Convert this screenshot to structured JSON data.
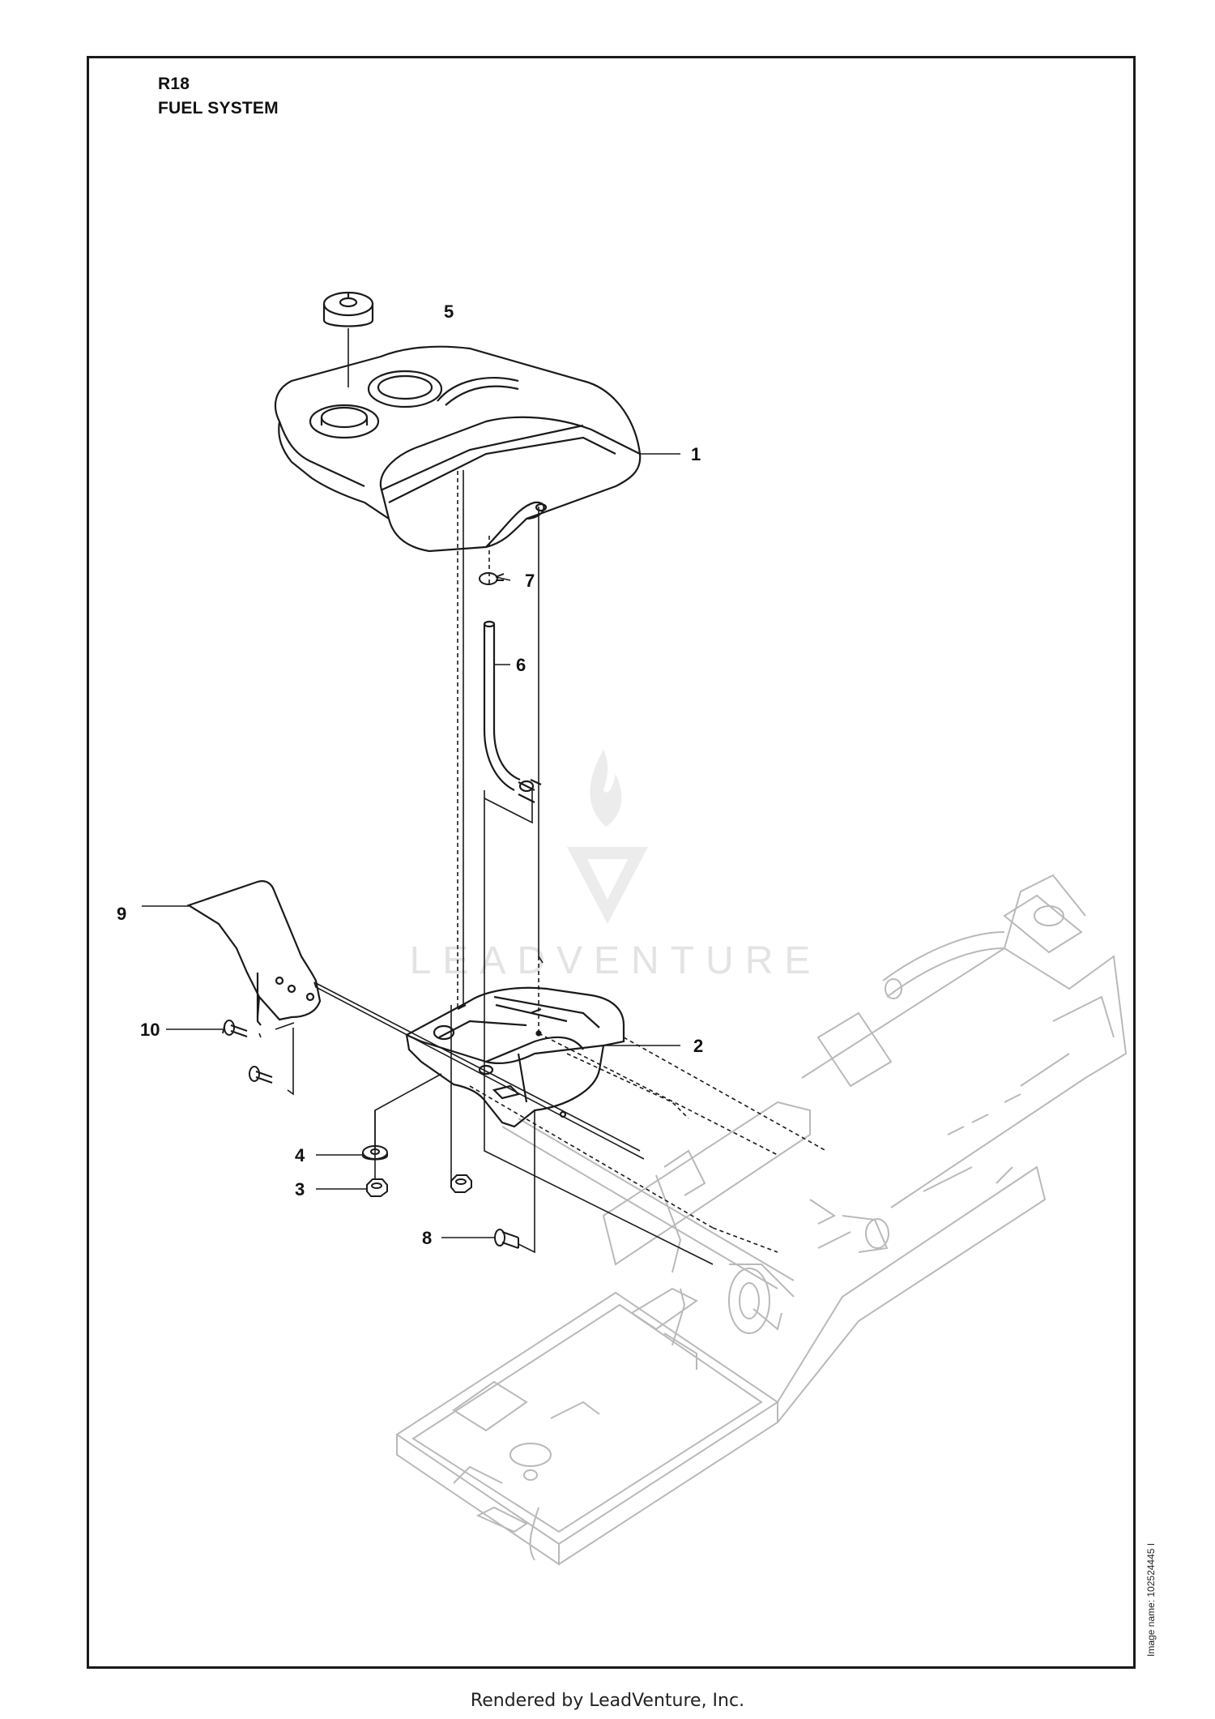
{
  "header": {
    "code": "R18",
    "title": "FUEL SYSTEM"
  },
  "callouts": [
    {
      "id": "1",
      "part": "fuel-tank"
    },
    {
      "id": "2",
      "part": "tank-support"
    },
    {
      "id": "3",
      "part": "nut"
    },
    {
      "id": "4",
      "part": "washer"
    },
    {
      "id": "5",
      "part": "fuel-cap"
    },
    {
      "id": "6",
      "part": "fuel-hose"
    },
    {
      "id": "7",
      "part": "hose-clamp"
    },
    {
      "id": "8",
      "part": "screw"
    },
    {
      "id": "9",
      "part": "bracket"
    },
    {
      "id": "10",
      "part": "screw"
    }
  ],
  "watermark": {
    "text": "LEADVENTURE"
  },
  "image_name": "Image name: 102524445 I",
  "footer": "Rendered by LeadVenture, Inc.",
  "colors": {
    "line": "#1a1a1a",
    "faded_frame": "#b9b9b9",
    "watermark": "#e3e3e3"
  }
}
